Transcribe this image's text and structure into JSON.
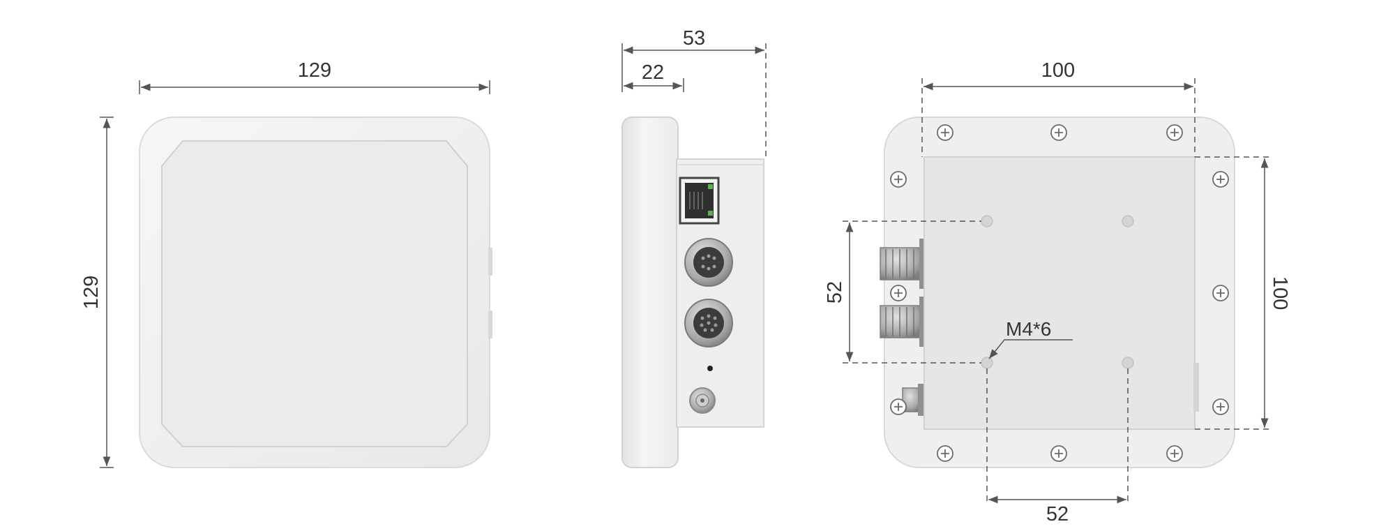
{
  "front_view": {
    "width_label": "129",
    "height_label": "129"
  },
  "side_view": {
    "overall_depth_label": "53",
    "front_depth_label": "22"
  },
  "back_view": {
    "plate_width_label": "100",
    "plate_height_label": "100",
    "hole_vertical_label": "52",
    "hole_horizontal_label": "52",
    "hole_note": "M4*6"
  },
  "colors": {
    "line": "#555555",
    "housing": "#efefef",
    "housing_edge": "#d6d6d6",
    "plate": "#e7e7e7",
    "connector": "#9c9c9c",
    "connector_dark": "#4a4a4a"
  }
}
